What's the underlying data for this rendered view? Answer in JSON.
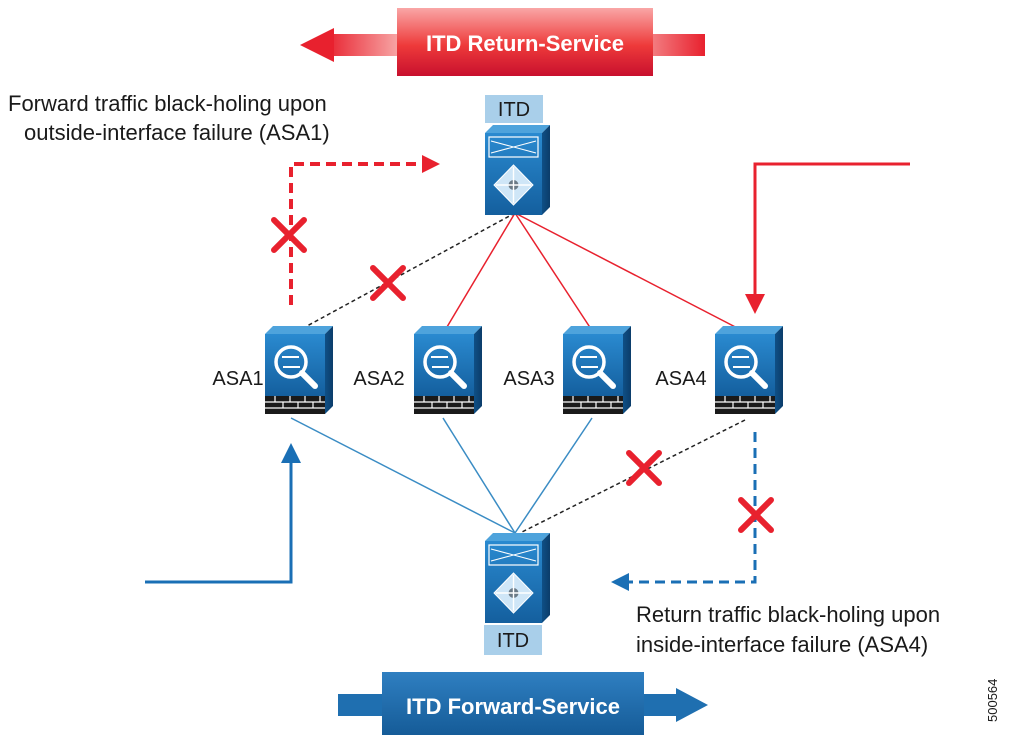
{
  "banners": {
    "return_service": "ITD Return-Service",
    "forward_service": "ITD Forward-Service"
  },
  "switches": {
    "top_label": "ITD",
    "bottom_label": "ITD"
  },
  "firewalls": [
    {
      "label": "ASA1"
    },
    {
      "label": "ASA2"
    },
    {
      "label": "ASA3"
    },
    {
      "label": "ASA4"
    }
  ],
  "annotations": {
    "forward_line1": "Forward traffic black-holing upon",
    "forward_line2": "outside-interface failure (ASA1)",
    "return_line1": "Return traffic black-holing upon",
    "return_line2": "inside-interface failure (ASA4)"
  },
  "figure_id": "500564",
  "colors": {
    "return_red": "#e8212e",
    "forward_blue": "#1a6fb5",
    "link_blue": "#3a8cc4",
    "device_blue": "#1b75bb",
    "itd_label_bg": "#a9cfea",
    "failed_link": "#222222"
  }
}
